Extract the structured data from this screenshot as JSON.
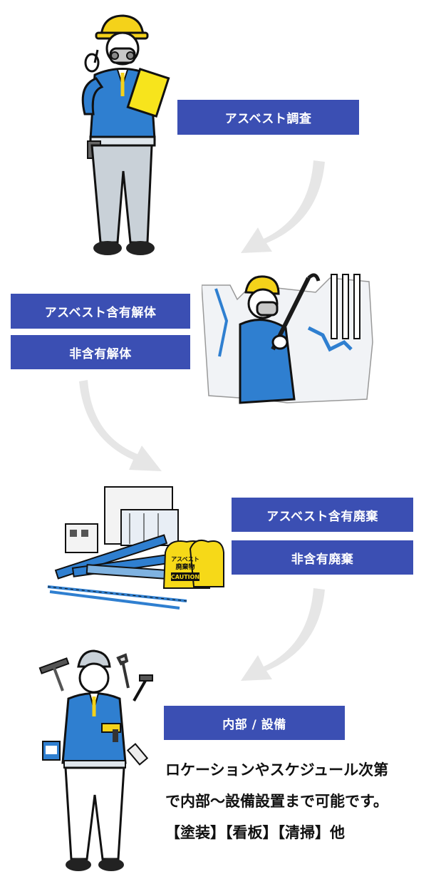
{
  "steps": {
    "survey": {
      "label": "アスベスト調査"
    },
    "demolition": {
      "label_1": "アスベスト含有解体",
      "label_2": "非含有解体"
    },
    "disposal": {
      "label_1": "アスベスト含有廃棄",
      "label_2": "非含有廃棄"
    },
    "interior": {
      "label": "内部 / 設備",
      "description_line_1": "ロケーションやスケジュール次第",
      "description_line_2": "で内部～設備設置まで可能です。",
      "description_line_3": "【塗装】【看板】【清掃】他"
    }
  },
  "bag_text": {
    "line_1": "アスベスト",
    "line_2": "廃棄物",
    "caution": "CAUTION"
  },
  "colors": {
    "label_bg": "#3b4fb3",
    "uniform_blue": "#2f7fd0",
    "helmet_yellow": "#f4d21a",
    "arrow_gray": "#e6e6e6"
  }
}
